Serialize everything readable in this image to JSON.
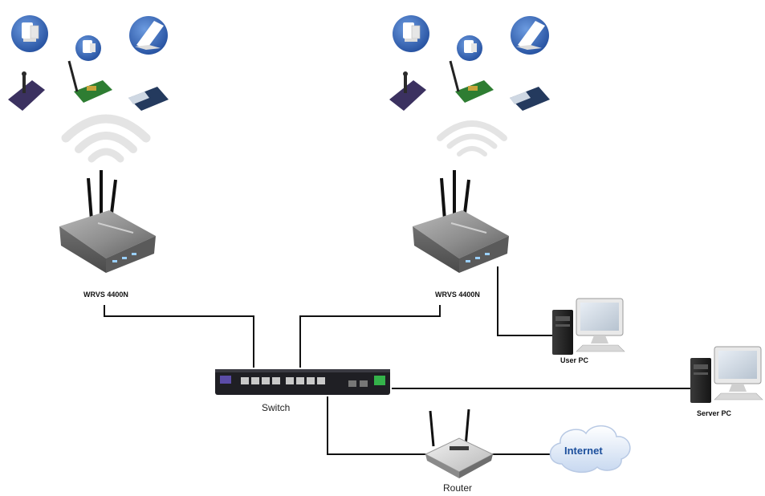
{
  "labels": {
    "ap_left": "WRVS 4400N",
    "ap_right": "WRVS 4400N",
    "switch": "Switch",
    "router": "Router",
    "internet": "Internet",
    "user_pc": "User PC",
    "server_pc": "Server PC"
  },
  "icons": {
    "client_group_left": [
      "desktop-client-icon",
      "pc-card-client-icon",
      "laptop-client-icon",
      "usb-adapter-icon",
      "pci-card-antenna-icon",
      "pcmcia-card-icon"
    ],
    "client_group_right": [
      "desktop-client-icon",
      "pc-card-client-icon",
      "laptop-client-icon",
      "usb-adapter-icon",
      "pci-card-antenna-icon",
      "pcmcia-card-icon"
    ],
    "signal": "wifi-signal-icon"
  },
  "colors": {
    "client_badge": "#2f63b8",
    "device_gray": "#8a8a8a",
    "switch_body": "#1f1f24",
    "cloud": "#dfe9f7",
    "wire": "#111111"
  }
}
